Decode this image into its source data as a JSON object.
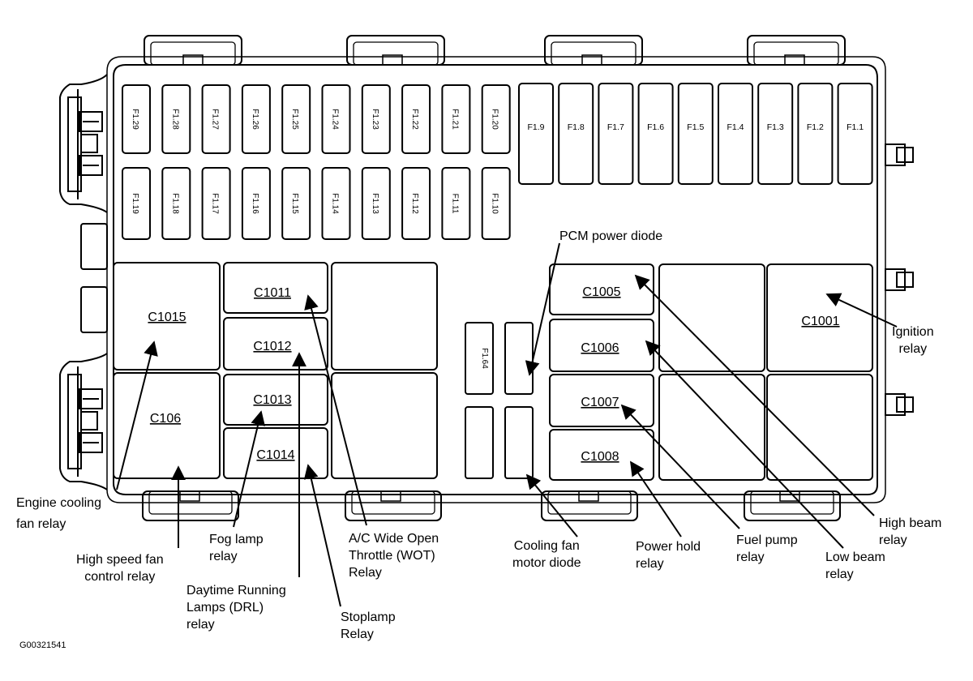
{
  "fuses_top": [
    "F1.29",
    "F1.28",
    "F1.27",
    "F1.26",
    "F1.25",
    "F1.24",
    "F1.23",
    "F1.22",
    "F1.21",
    "F1.20"
  ],
  "fuses_bottom": [
    "F1.19",
    "F1.18",
    "F1.17",
    "F1.16",
    "F1.15",
    "F1.14",
    "F1.13",
    "F1.12",
    "F1.11",
    "F1.10"
  ],
  "fuses_large": [
    "F1.9",
    "F1.8",
    "F1.7",
    "F1.6",
    "F1.5",
    "F1.4",
    "F1.3",
    "F1.2",
    "F1.1"
  ],
  "fuse_64": "F1.64",
  "relays": {
    "c1015": "C1015",
    "c106": "C106",
    "c1011": "C1011",
    "c1012": "C1012",
    "c1013": "C1013",
    "c1014": "C1014",
    "c1005": "C1005",
    "c1006": "C1006",
    "c1007": "C1007",
    "c1008": "C1008",
    "c1001": "C1001"
  },
  "labels": {
    "pcm_power_diode": "PCM power diode",
    "ignition_relay": "Ignition\nrelay",
    "engine_cooling_fan_relay": "Engine cooling\nfan relay",
    "high_speed_fan_relay": "High speed fan\ncontrol relay",
    "fog_lamp_relay": "Fog lamp\nrelay",
    "drl_relay": "Daytime Running\nLamps (DRL)\nrelay",
    "ac_wot_relay": "A/C Wide Open\nThrottle (WOT)\nRelay",
    "stoplamp_relay": "Stoplamp\nRelay",
    "cooling_fan_motor_diode": "Cooling fan\nmotor diode",
    "power_hold_relay": "Power hold\nrelay",
    "fuel_pump_relay": "Fuel pump\nrelay",
    "high_beam_relay": "High beam\nrelay",
    "low_beam_relay": "Low beam\nrelay"
  },
  "figure_code": "G00321541"
}
